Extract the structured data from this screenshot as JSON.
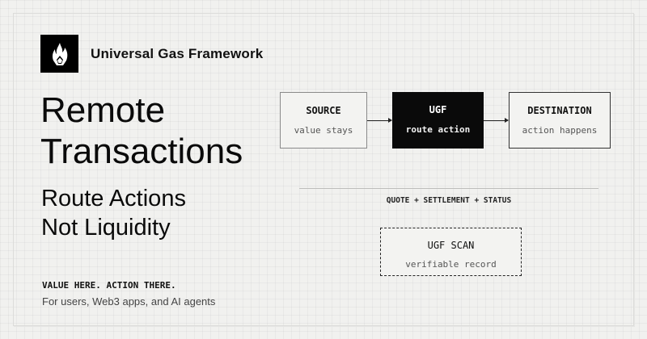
{
  "brand": {
    "name": "Universal Gas Framework",
    "logo_icon": "flame-icon"
  },
  "hero": {
    "title_line1": "Remote",
    "title_line2": "Transactions",
    "subtitle_line1": "Route Actions",
    "subtitle_line2": "Not Liquidity"
  },
  "footer": {
    "tagline": "VALUE HERE. ACTION THERE.",
    "audience": "For users, Web3 apps, and AI agents"
  },
  "diagram": {
    "nodes": [
      {
        "title": "SOURCE",
        "subtitle": "value stays"
      },
      {
        "title": "UGF",
        "subtitle": "route action"
      },
      {
        "title": "DESTINATION",
        "subtitle": "action happens"
      }
    ],
    "layer_label": "QUOTE + SETTLEMENT + STATUS",
    "scan": {
      "title": "UGF SCAN",
      "subtitle": "verifiable record"
    }
  },
  "colors": {
    "background": "#f1f1ef",
    "accent": "#0a0a0a"
  }
}
